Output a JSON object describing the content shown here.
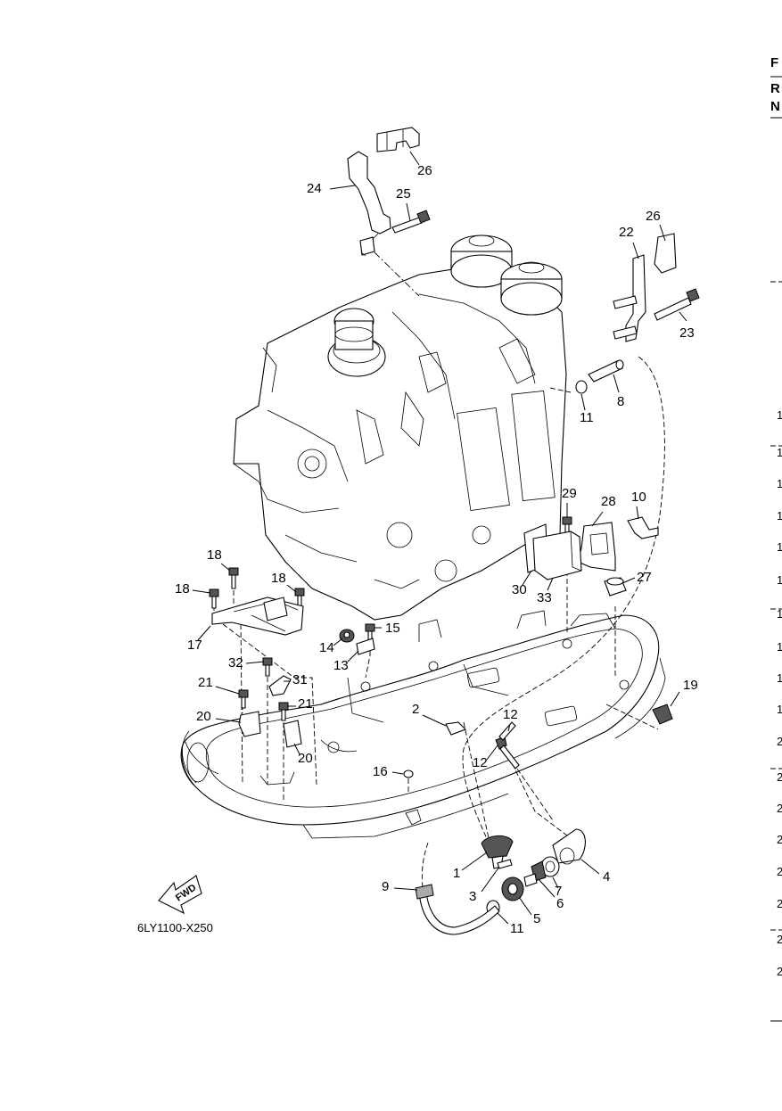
{
  "diagram": {
    "code": "6LY1100-X250",
    "fwd_label": "FWD",
    "callouts": [
      {
        "id": "c26a",
        "text": "26"
      },
      {
        "id": "c24",
        "text": "24"
      },
      {
        "id": "c25",
        "text": "25"
      },
      {
        "id": "c26b",
        "text": "26"
      },
      {
        "id": "c22",
        "text": "22"
      },
      {
        "id": "c23",
        "text": "23"
      },
      {
        "id": "c11a",
        "text": "11"
      },
      {
        "id": "c8",
        "text": "8"
      },
      {
        "id": "c29",
        "text": "29"
      },
      {
        "id": "c28",
        "text": "28"
      },
      {
        "id": "c10",
        "text": "10"
      },
      {
        "id": "c30",
        "text": "30"
      },
      {
        "id": "c33",
        "text": "33"
      },
      {
        "id": "c27",
        "text": "27"
      },
      {
        "id": "c18a",
        "text": "18"
      },
      {
        "id": "c18b",
        "text": "18"
      },
      {
        "id": "c18c",
        "text": "18"
      },
      {
        "id": "c17",
        "text": "17"
      },
      {
        "id": "c15",
        "text": "15"
      },
      {
        "id": "c14",
        "text": "14"
      },
      {
        "id": "c13",
        "text": "13"
      },
      {
        "id": "c32",
        "text": "32"
      },
      {
        "id": "c31",
        "text": "31"
      },
      {
        "id": "c21a",
        "text": "21"
      },
      {
        "id": "c21b",
        "text": "21"
      },
      {
        "id": "c20a",
        "text": "20"
      },
      {
        "id": "c20b",
        "text": "20"
      },
      {
        "id": "c19",
        "text": "19"
      },
      {
        "id": "c2",
        "text": "2"
      },
      {
        "id": "c12a",
        "text": "12"
      },
      {
        "id": "c12b",
        "text": "12"
      },
      {
        "id": "c16",
        "text": "16"
      },
      {
        "id": "c1",
        "text": "1"
      },
      {
        "id": "c3",
        "text": "3"
      },
      {
        "id": "c4",
        "text": "4"
      },
      {
        "id": "c7",
        "text": "7"
      },
      {
        "id": "c6",
        "text": "6"
      },
      {
        "id": "c5",
        "text": "5"
      },
      {
        "id": "c9",
        "text": "9"
      },
      {
        "id": "c11b",
        "text": "11"
      }
    ]
  },
  "right_edge": {
    "header_letters": [
      "F",
      "R",
      "N"
    ],
    "row_numbers": [
      "1",
      "1",
      "1",
      "1",
      "1",
      "1",
      "1",
      "1",
      "1",
      "1",
      "2",
      "2",
      "2",
      "2",
      "2",
      "2",
      "2",
      "2"
    ]
  }
}
